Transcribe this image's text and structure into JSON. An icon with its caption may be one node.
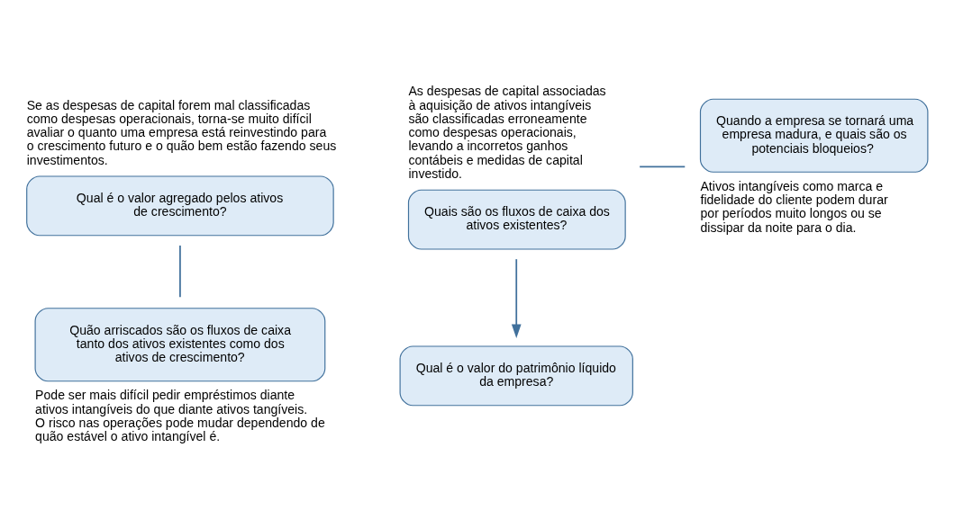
{
  "diagram": {
    "nodes": [
      {
        "text": [
          "Qual é o valor agregado pelos ativos de crescimento?"
        ],
        "beside": [
          "Se as despesas de capital forem mal classificadas como despesas operacionais, torna-se muito difícil avaliar o quanto uma empresa está reinvestindo para o crescimento futuro e o quão bem estão fazendo seus investimentos."
        ]
      },
      {
        "text": [
          "Quais são os fluxos de caixa dos ativos existentes?"
        ],
        "beside": [
          "As despesas de capital associadas à aquisição de ativos intangíveis são classificadas erroneamente como despesas operacionais, levando a incorretos ganhos contábeis e medidas de capital investido."
        ]
      },
      {
        "text": [
          "Quando a empresa se tornará uma empresa madura, e quais são os potenciais bloqueios?"
        ],
        "beside": [
          "Ativos intangíveis como marca e fidelidade do cliente podem durar por períodos muito longos ou se dissipar da noite para o dia."
        ]
      },
      {
        "text": [
          "Quão arriscados são os fluxos de caixa tanto dos ativos existentes como dos ativos de crescimento?"
        ],
        "beside": [
          "Pode ser mais difícil pedir empréstimos diante ativos intangíveis do que diante ativos tangíveis. O risco nas operações pode mudar dependendo de quão estável o ativo intangível é."
        ]
      },
      {
        "text": [
          "Qual é o valor do patrimônio líquido da empresa?"
        ]
      }
    ],
    "edges": [
      {
        "from": 1,
        "to": 2,
        "arrow": "none"
      },
      {
        "from": 0,
        "to": 3,
        "arrow": "none"
      },
      {
        "from": 1,
        "to": 4,
        "arrow": "to"
      }
    ]
  }
}
